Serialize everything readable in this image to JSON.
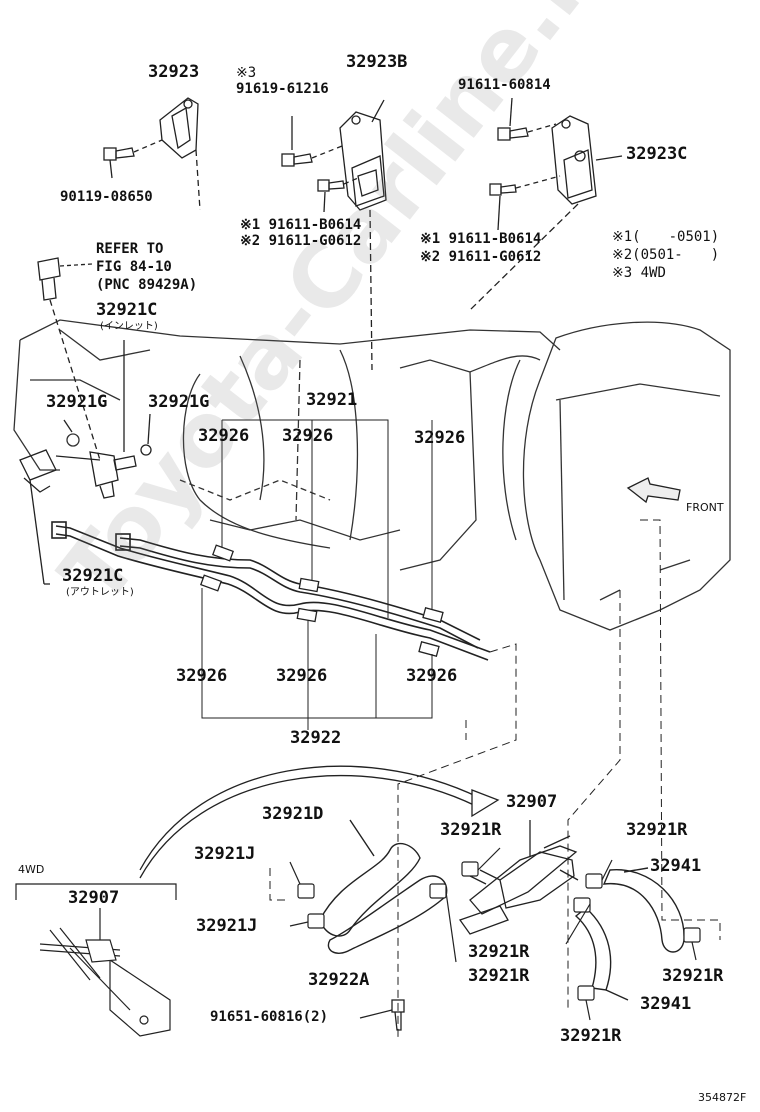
{
  "watermark": "Toyota-Carline.ru",
  "labels": {
    "p32923": "32923",
    "p90119": "90119-08650",
    "mark3_top": "※3",
    "p91619": "91619-61216",
    "p32923B": "32923B",
    "p91611_b_left": "※1 91611-B0614",
    "p91611_g_left": "※2 91611-G0612",
    "p91611_60814": "91611-60814",
    "p32923C": "32923C",
    "p91611_b_right": "※1 91611-B0614",
    "p91611_g_right": "※2 91611-G0612",
    "note1": "※1(　　-0501)",
    "note2": "※2(0501-　　)",
    "note3": "※3 4WD",
    "refer1": "REFER TO",
    "refer2": "FIG 84-10",
    "refer3": "(PNC 89429A)",
    "p32921C_in": "32921C",
    "jp_inlet": "(インレット)",
    "p32921G_a": "32921G",
    "p32921G_b": "32921G",
    "p32921": "32921",
    "p32926_1": "32926",
    "p32926_2": "32926",
    "p32926_3": "32926",
    "p32921C_out": "32921C",
    "jp_outlet": "(アウトレット)",
    "p32926_4": "32926",
    "p32926_5": "32926",
    "p32926_6": "32926",
    "p32922": "32922",
    "front": "FRONT",
    "p32907_main": "32907",
    "p32921D": "32921D",
    "p32921R_1": "32921R",
    "p32921R_2": "32921R",
    "p32921J_1": "32921J",
    "p32941_1": "32941",
    "label_4wd": "4WD",
    "p32907_4wd": "32907",
    "p32921J_2": "32921J",
    "p32921R_3": "32921R",
    "p32922A": "32922A",
    "p32921R_4": "32921R",
    "p32921R_5": "32921R",
    "p32941_2": "32941",
    "p91651": "91651-60816(2)",
    "p32921R_6": "32921R",
    "fig_code": "354872F"
  }
}
